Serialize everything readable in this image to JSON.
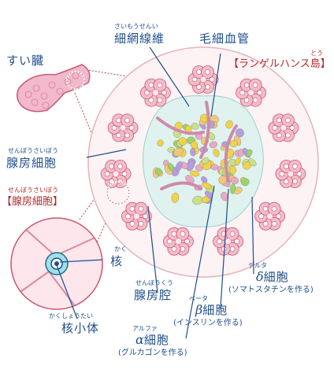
{
  "title": "",
  "colors": {
    "label_blue": "#1f4e8c",
    "label_red": "#b02a2a",
    "islet_bg": "#e8f5f3",
    "acinar_cell": "#f2b6c6",
    "acinar_border": "#c8586f",
    "capillary": "#d8a0b8"
  },
  "labels": {
    "pancreas": "すい臓",
    "reticular_ruby": "さいもうせんい",
    "reticular": "細網線維",
    "capillary": "毛細血管",
    "island_ruby": "とう",
    "island": "【ランゲルハンス島】",
    "acinar_cell_ruby": "せんぼうさいぼう",
    "acinar_cell": "腺房細胞",
    "acinus_ruby": "せんぼうさいぼう",
    "acinus": "【腺房細胞】",
    "nucleus_ruby": "かく",
    "nucleus": "核",
    "lumen_ruby": "せんぼうくう",
    "lumen": "腺房腔",
    "nucleolus_ruby": "かくしょうたい",
    "nucleolus": "核小体",
    "delta_ruby": "デルタ",
    "delta_symbol": "δ",
    "delta_cell": "細胞",
    "delta_func": "(ソマトスタチンを作る)",
    "beta_ruby": "ベータ",
    "beta_symbol": "β",
    "beta_cell": "細胞",
    "beta_func": "(インスリンを作る)",
    "alpha_ruby": "アルファ",
    "alpha_symbol": "α",
    "alpha_cell": "細胞",
    "alpha_func": "(グルカゴンを作る)"
  }
}
